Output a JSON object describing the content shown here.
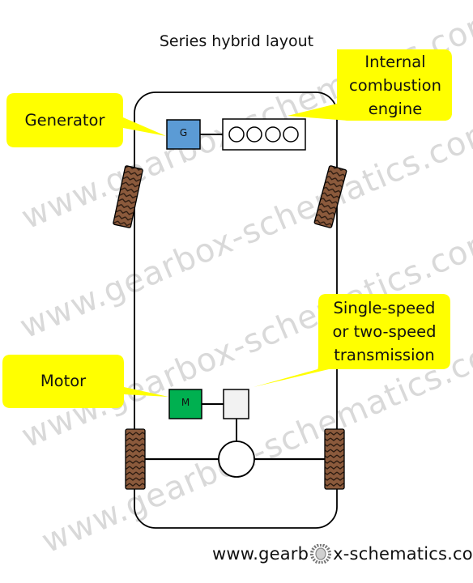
{
  "title": "Series hybrid layout",
  "watermark": "www.gearbox-schematics.com",
  "footer": {
    "before": "www.gearb",
    "after": "x-schematics.com"
  },
  "labels": {
    "generator": "Generator",
    "engine_line1": "Internal",
    "engine_line2": "combustion",
    "engine_line3": "engine",
    "motor": "Motor",
    "trans_line1": "Single-speed",
    "trans_line2": "or two-speed",
    "trans_line3": "transmission"
  },
  "components": {
    "generator_letter": "G",
    "motor_letter": "M"
  },
  "colors": {
    "callout": "#ffff00",
    "generator": "#5b9bd5",
    "motor": "#00b050",
    "transmission": "#f2f2f2",
    "tire": "#8b5a3c",
    "outline": "#000000"
  }
}
